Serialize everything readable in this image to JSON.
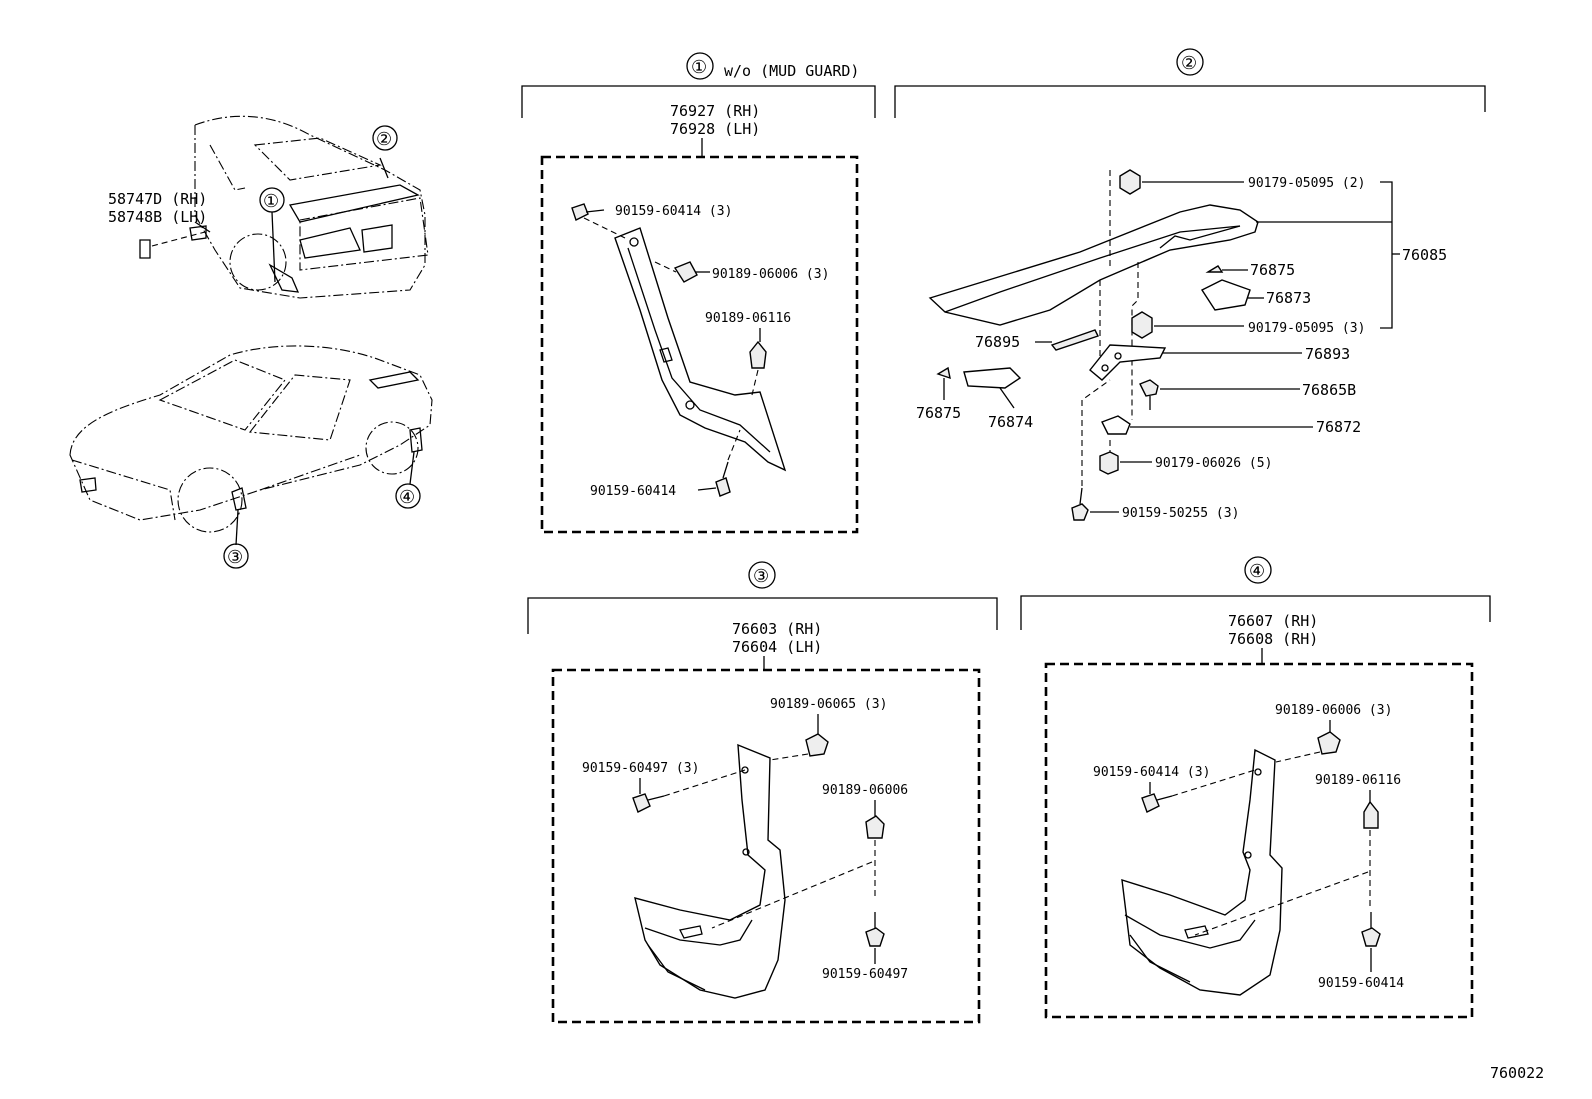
{
  "diagram_id": "760022",
  "overview": {
    "rear_car_label_rh": "58747D (RH)",
    "rear_car_label_lh": "58748B (LH)",
    "callouts": [
      "①",
      "②",
      "③",
      "④"
    ]
  },
  "section1": {
    "marker": "①",
    "caption": "w/o (MUD GUARD)",
    "assembly_rh": "76927 (RH)",
    "assembly_lh": "76928 (LH)",
    "parts": {
      "screw_top": "90159-60414 (3)",
      "clip": "90189-06006 (3)",
      "nut": "90189-06116",
      "screw_bottom": "90159-60414"
    }
  },
  "section2": {
    "marker": "②",
    "parts": {
      "nut_top": "90179-05095 (2)",
      "spoiler": "76085",
      "pad_a": "76875",
      "cover_a": "76873",
      "nut_mid": "90179-05095 (3)",
      "seal": "76895",
      "bracket": "76893",
      "pad_b": "76875",
      "cover_b": "76874",
      "bolt": "76865B",
      "gasket": "76872",
      "nut_low": "90179-06026 (5)",
      "screw_low": "90159-50255 (3)"
    }
  },
  "section3": {
    "marker": "③",
    "assembly_rh": "76603 (RH)",
    "assembly_lh": "76604 (LH)",
    "parts": {
      "clip_top": "90189-06065 (3)",
      "screw_left": "90159-60497 (3)",
      "clip_right": "90189-06006",
      "screw_bottom": "90159-60497"
    }
  },
  "section4": {
    "marker": "④",
    "assembly_rh": "76607 (RH)",
    "assembly_lh": "76608 (RH)",
    "parts": {
      "clip_top": "90189-06006 (3)",
      "screw_left": "90159-60414 (3)",
      "nut_right": "90189-06116",
      "screw_bottom": "90159-60414"
    }
  }
}
